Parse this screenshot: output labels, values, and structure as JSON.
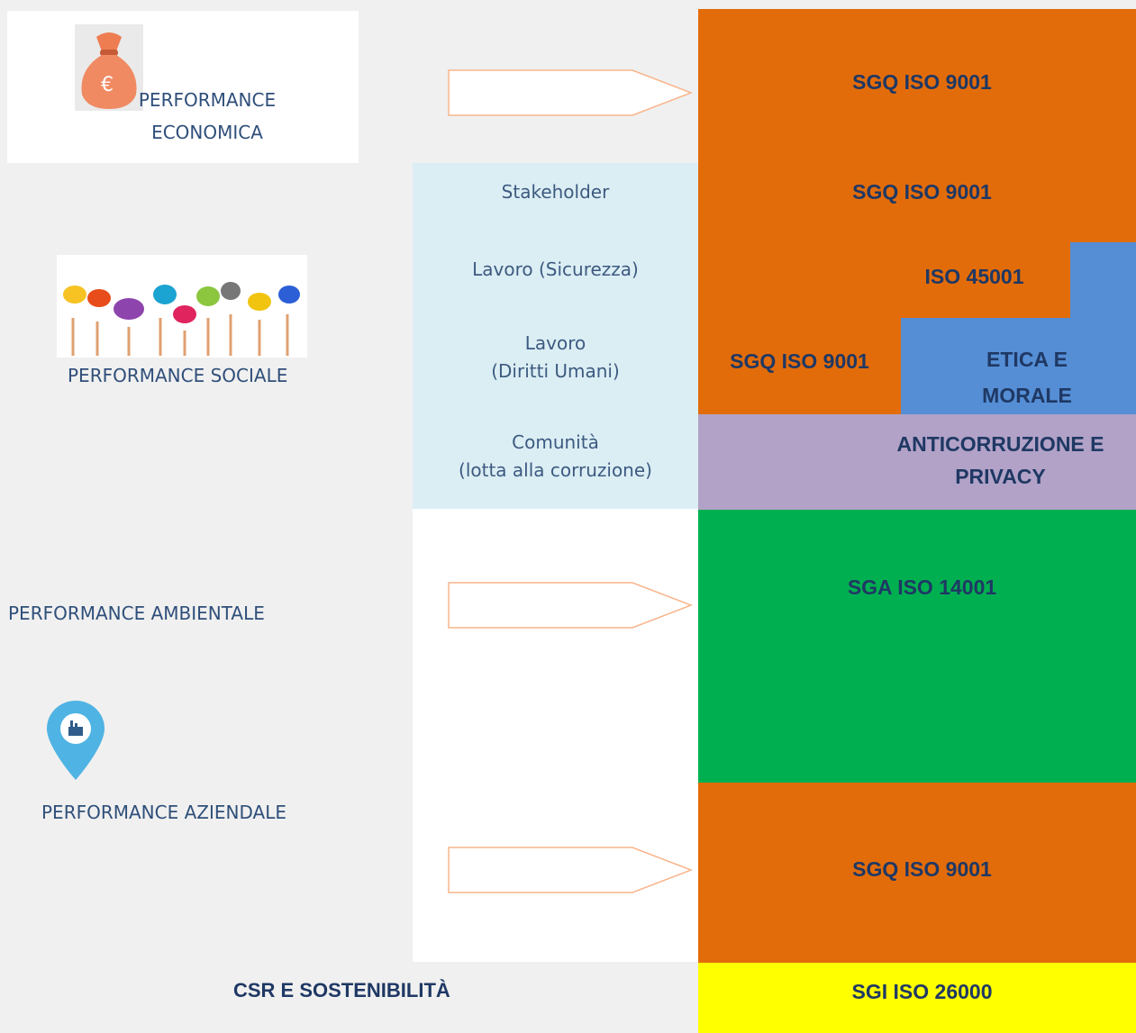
{
  "left": {
    "economic_label": "PERFORMANCE\nECONOMICA",
    "social_label": "PERFORMANCE SOCIALE",
    "environmental_label": "PERFORMANCE AMBIENTALE",
    "corporate_label": "PERFORMANCE AZIENDALE",
    "csr_label": "CSR E SOSTENIBILITÀ"
  },
  "social_items": [
    "Stakeholder",
    "Lavoro (Sicurezza)",
    "Lavoro\n(Diritti Umani)",
    "Comunità\n(lotta alla corruzione)"
  ],
  "blocks": {
    "economic": "SGQ ISO 9001",
    "stakeholder": "SGQ ISO 9001",
    "safety": "ISO 45001",
    "human_rights": "SGQ ISO 9001",
    "ethics": "ETICA E\nMORALE",
    "anticorruption": "ANTICORRUZIONE E\nPRIVACY",
    "environmental": "SGA ISO 14001",
    "corporate": "SGQ ISO 9001",
    "csr": "SGI ISO 26000"
  },
  "icons": {
    "money_bag": "money-bag-icon",
    "speech_bubbles": "speech-bubbles-icon",
    "factory_pin": "factory-pin-icon"
  },
  "colors": {
    "orange": "#e36c0a",
    "blue": "#558ed5",
    "purple": "#b2a2c7",
    "green": "#00b050",
    "yellow": "#ffff00",
    "light_blue": "#dbeef4",
    "arrow_stroke": "#f9b58a"
  }
}
